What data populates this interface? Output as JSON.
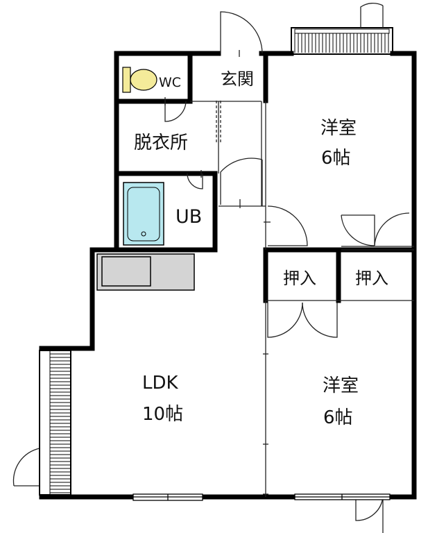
{
  "rooms": {
    "wc": {
      "label": "WC"
    },
    "genkan": {
      "label": "玄関"
    },
    "datsuijo": {
      "label": "脱衣所"
    },
    "ub": {
      "label": "UB"
    },
    "western_top": {
      "label": "洋室",
      "size": "6帖"
    },
    "oshiire_left": {
      "label": "押入"
    },
    "oshiire_right": {
      "label": "押入"
    },
    "ldk": {
      "label": "LDK",
      "size": "10帖"
    },
    "western_bottom": {
      "label": "洋室",
      "size": "6帖"
    }
  },
  "colors": {
    "wall": "#000000",
    "thin_line": "#222222",
    "toilet": "#f4eb9a",
    "bathtub": "#b8e8ef",
    "kitchen_counter": "#d4d4d4",
    "background": "#ffffff"
  },
  "fixtures": {
    "toilet_icon": "toilet-icon",
    "bathtub_icon": "bathtub-icon",
    "kitchen_icon": "kitchen-sink-icon"
  }
}
